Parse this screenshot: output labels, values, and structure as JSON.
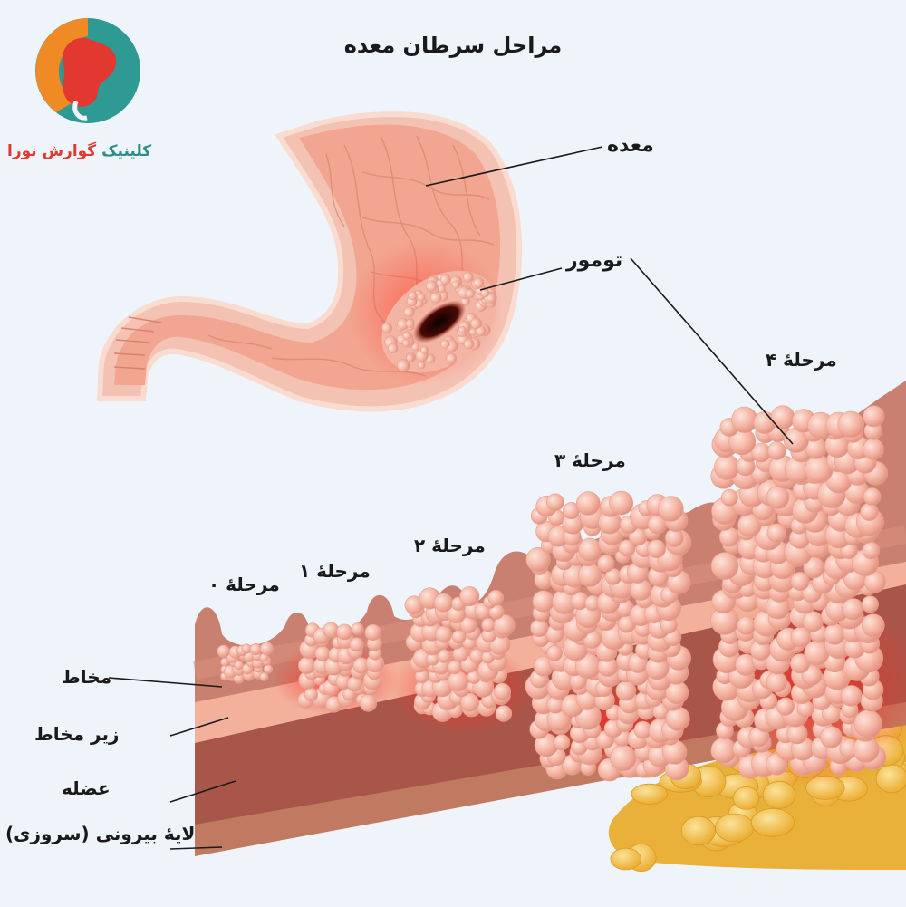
{
  "title": "مراحل سرطان معده",
  "logo": {
    "text_part1": "کلینیک",
    "text_part2": "گوارش نورا",
    "colors": {
      "red": "#e2382f",
      "teal": "#2e8d8a",
      "orange": "#f08a24"
    }
  },
  "labels": {
    "stomach": "معده",
    "tumor": "تومور",
    "stage0": "مرحلهٔ ۰",
    "stage1": "مرحلهٔ ۱",
    "stage2": "مرحلهٔ ۲",
    "stage3": "مرحلهٔ ۳",
    "stage4": "مرحلهٔ ۴",
    "mucosa": "مخاط",
    "submucosa": "زیر مخاط",
    "muscle": "عضله",
    "serosa": "لایهٔ بیرونی (سروزی)"
  },
  "colors": {
    "background": "#eef4fa",
    "tissue": "#f2a590",
    "tumor_cells": "#f7b7a9",
    "muscle": "#a9564a",
    "fat": "#f2c248"
  }
}
